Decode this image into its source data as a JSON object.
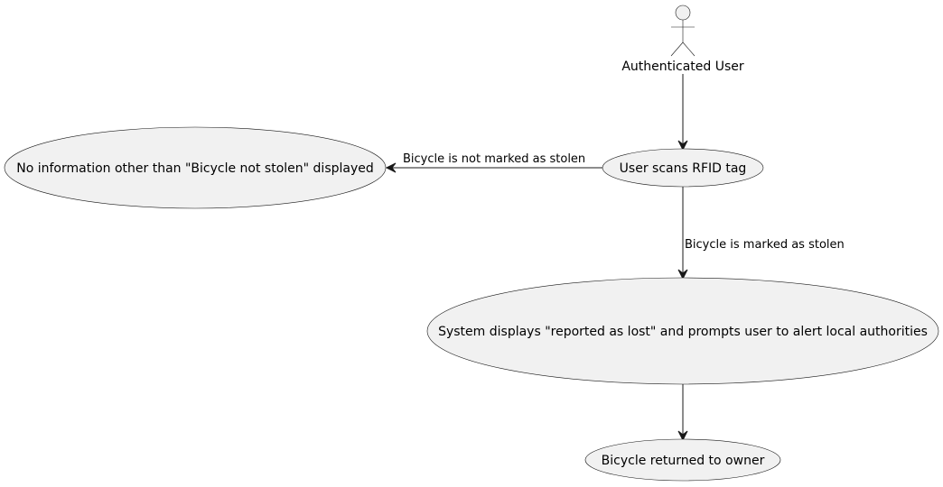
{
  "diagram": {
    "actor": {
      "label": "Authenticated User"
    },
    "use_cases": {
      "scan": "User scans RFID tag",
      "not_stolen": "No information other than \"Bicycle not stolen\" displayed",
      "lost": "System displays \"reported as lost\" and prompts user to alert local authorities",
      "returned": "Bicycle returned to owner"
    },
    "edges": {
      "not_stolen_label": "Bicycle is not marked as stolen",
      "stolen_label": "Bicycle is marked as stolen"
    },
    "colors": {
      "node_fill": "#f1f1f1",
      "line": "#181818",
      "text": "#000000"
    }
  }
}
